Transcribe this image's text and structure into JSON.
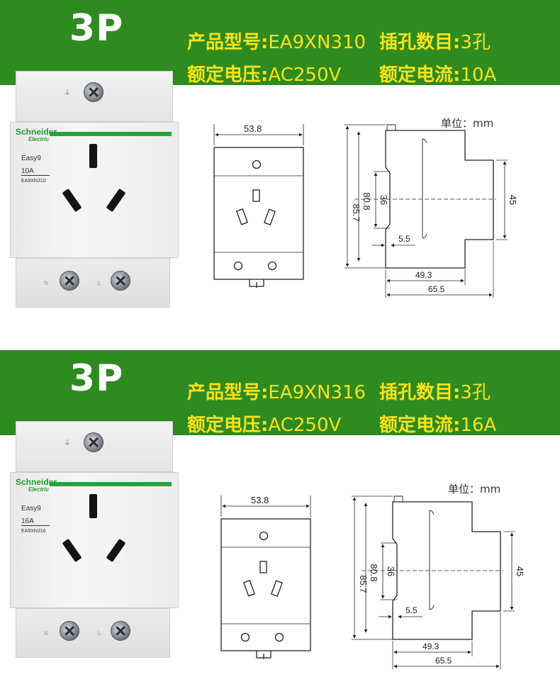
{
  "products": [
    {
      "badge": "3P",
      "specs": [
        {
          "key": "产品型号:",
          "value": "EA9XN310"
        },
        {
          "key": "插孔数目:",
          "value": "3孔"
        },
        {
          "key": "额定电压:",
          "value": "AC250V"
        },
        {
          "key": "额定电流:",
          "value": "10A"
        }
      ],
      "device": {
        "brand": "Schneider",
        "brand_sub": "Electric",
        "series": "Easy9",
        "rating": "10A",
        "model": "EA9XN310",
        "terminal_n": "N",
        "terminal_l": "L"
      },
      "drawing": {
        "unit": "单位：mm",
        "width": "53.8",
        "height_total": "85.7",
        "height_body": "80.8",
        "rail": "36",
        "depth_face": "45",
        "step": "5.5",
        "depth_inner": "49.3",
        "depth_total": "65.5"
      }
    },
    {
      "badge": "3P",
      "specs": [
        {
          "key": "产品型号:",
          "value": "EA9XN316"
        },
        {
          "key": "插孔数目:",
          "value": "3孔"
        },
        {
          "key": "额定电压:",
          "value": "AC250V"
        },
        {
          "key": "额定电流:",
          "value": "16A"
        }
      ],
      "device": {
        "brand": "Schneider",
        "brand_sub": "Electric",
        "series": "Easy9",
        "rating": "16A",
        "model": "EA9XN316",
        "terminal_n": "N",
        "terminal_l": "L"
      },
      "drawing": {
        "unit": "单位：mm",
        "width": "53.8",
        "height_total": "85.7",
        "height_body": "80.8",
        "rail": "36",
        "depth_face": "45",
        "step": "5.5",
        "depth_inner": "49.3",
        "depth_total": "65.5"
      }
    }
  ],
  "colors": {
    "banner": "#2e8b1f",
    "spec_text": "#f7e21a",
    "badge_text": "#ffffff",
    "brand_green": "#1f9a2f"
  }
}
